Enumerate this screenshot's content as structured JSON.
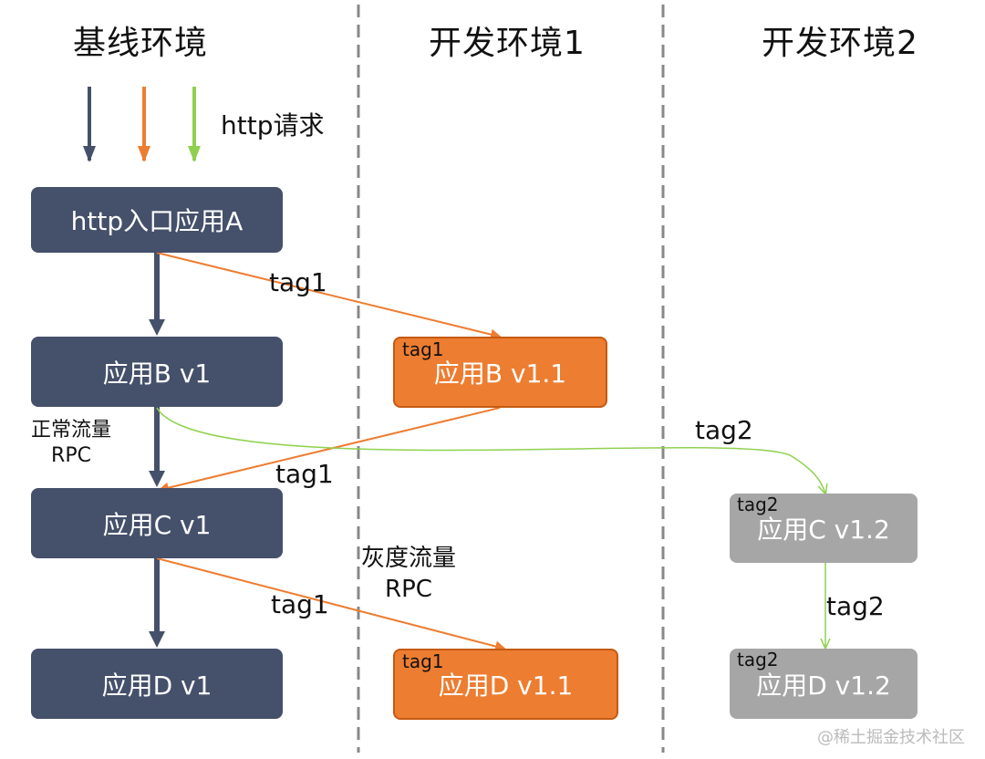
{
  "columns": {
    "baseline": "基线环境",
    "dev1": "开发环境1",
    "dev2": "开发环境2"
  },
  "http_request_label": "http请求",
  "colors": {
    "baseline": "#45506a",
    "tag1": "#ed7d31",
    "tag2": "#8fd14f",
    "dev2_box": "#a6a6a6",
    "divider": "#888888"
  },
  "boxes": {
    "app_a": {
      "label": "http入口应用A"
    },
    "app_b_v1": {
      "label": "应用B v1"
    },
    "app_c_v1": {
      "label": "应用C v1"
    },
    "app_d_v1": {
      "label": "应用D v1"
    },
    "app_b_v11": {
      "label": "应用B v1.1",
      "tag": "tag1"
    },
    "app_d_v11": {
      "label": "应用D v1.1",
      "tag": "tag1"
    },
    "app_c_v12": {
      "label": "应用C v1.2",
      "tag": "tag2"
    },
    "app_d_v12": {
      "label": "应用D v1.2",
      "tag": "tag2"
    }
  },
  "edge_labels": {
    "a_to_b11": "tag1",
    "b11_to_c": "tag1",
    "c_to_d11": "tag1",
    "b_to_c12": "tag2",
    "c12_to_d12": "tag2"
  },
  "normal_traffic": {
    "line1": "正常流量",
    "line2": "RPC"
  },
  "gray_traffic": {
    "line1": "灰度流量",
    "line2": "RPC"
  },
  "watermark": "@稀土掘金技术社区"
}
